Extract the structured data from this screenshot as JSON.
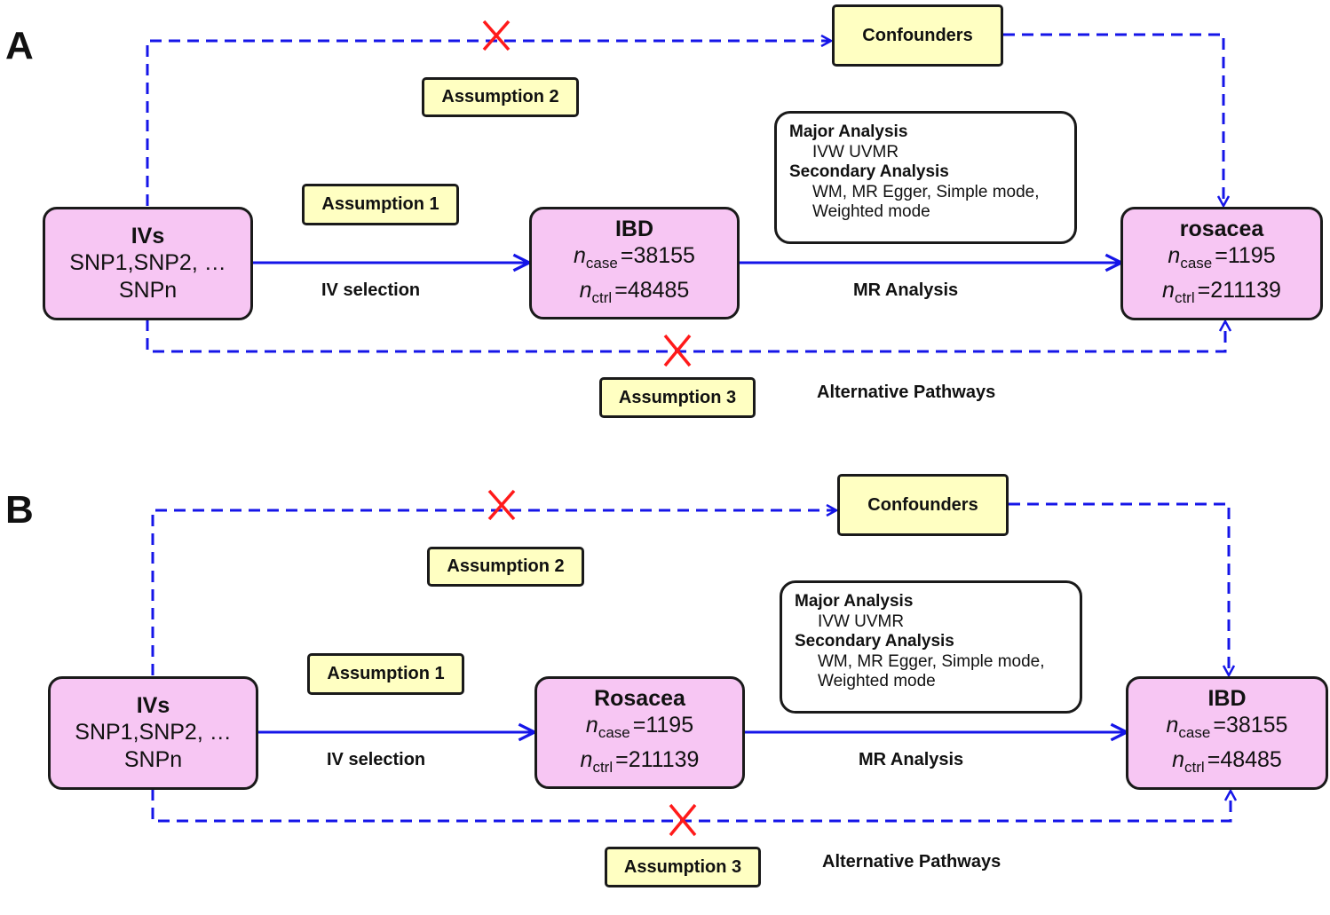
{
  "panels": [
    {
      "label": "A",
      "ivs": {
        "title": "IVs",
        "line1": "SNP1,SNP2, …",
        "line2": "SNPn"
      },
      "exposure": {
        "title": "IBD",
        "n_label": "n",
        "case_sub": "case",
        "case_value": "=38155",
        "ctrl_sub": "ctrl",
        "ctrl_value": "=48485"
      },
      "outcome": {
        "title": "rosacea",
        "n_label": "n",
        "case_sub": "case",
        "case_value": "=1195",
        "ctrl_sub": "ctrl",
        "ctrl_value": "=211139"
      },
      "confounders": "Confounders",
      "assumption1": "Assumption 1",
      "assumption2": "Assumption 2",
      "assumption3": "Assumption 3",
      "iv_selection": "IV selection",
      "mr_analysis": "MR Analysis",
      "alternative_pathways": "Alternative Pathways",
      "analysis": {
        "major_heading": "Major Analysis",
        "major_item": "IVW UVMR",
        "secondary_heading": "Secondary Analysis",
        "secondary_item1": "WM, MR Egger, Simple mode,",
        "secondary_item2": "Weighted mode"
      }
    },
    {
      "label": "B",
      "ivs": {
        "title": "IVs",
        "line1": "SNP1,SNP2, …",
        "line2": "SNPn"
      },
      "exposure": {
        "title": "Rosacea",
        "n_label": "n",
        "case_sub": "case",
        "case_value": "=1195",
        "ctrl_sub": "ctrl",
        "ctrl_value": "=211139"
      },
      "outcome": {
        "title": "IBD",
        "n_label": "n",
        "case_sub": "case",
        "case_value": "=38155",
        "ctrl_sub": "ctrl",
        "ctrl_value": "=48485"
      },
      "confounders": "Confounders",
      "assumption1": "Assumption 1",
      "assumption2": "Assumption 2",
      "assumption3": "Assumption 3",
      "iv_selection": "IV selection",
      "mr_analysis": "MR Analysis",
      "alternative_pathways": "Alternative Pathways",
      "analysis": {
        "major_heading": "Major Analysis",
        "major_item": "IVW UVMR",
        "secondary_heading": "Secondary Analysis",
        "secondary_item1": "WM, MR Egger, Simple mode,",
        "secondary_item2": "Weighted mode"
      }
    }
  ],
  "colors": {
    "arrow": "#1515e8",
    "cross": "#ff1a1a",
    "node_fill": "#f7c6f3",
    "tag_fill": "#ffffc2"
  }
}
